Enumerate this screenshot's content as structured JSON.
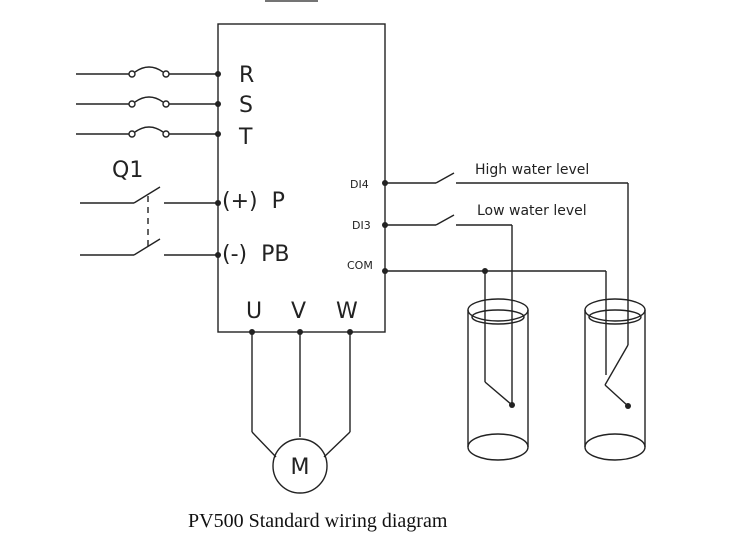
{
  "diagram": {
    "caption": "PV500 Standard wiring diagram",
    "breaker_label": "Q1",
    "input_terminals": {
      "r": "R",
      "s": "S",
      "t": "T",
      "p": "(+)  P",
      "pb": "(-)  PB"
    },
    "output_terminals": {
      "u": "U",
      "v": "V",
      "w": "W"
    },
    "control_terminals": {
      "di4": "DI4",
      "di3": "DI3",
      "com": "COM"
    },
    "signals": {
      "high": "High water level",
      "low": "Low water level"
    },
    "motor_label": "M"
  }
}
